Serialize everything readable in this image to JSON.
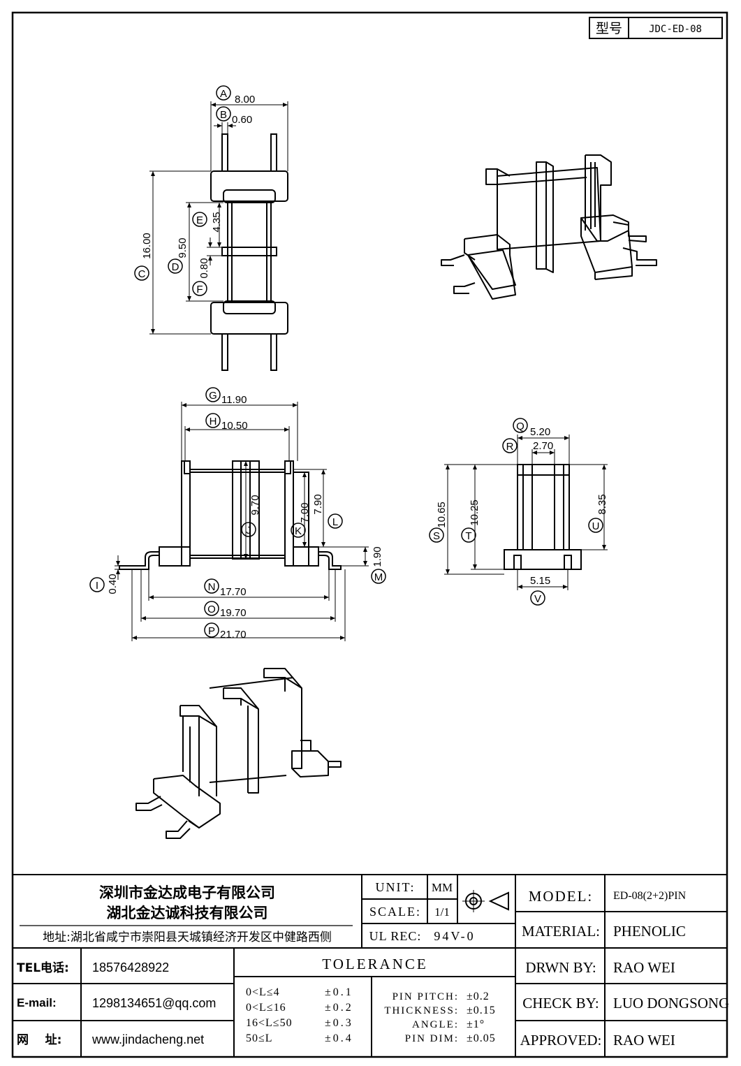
{
  "model_box": {
    "label": "型号",
    "value": "JDC-ED-08"
  },
  "dimensions": {
    "A": "8.00",
    "B": "0.60",
    "C": "16.00",
    "D": "9.50",
    "E": "4.35",
    "F": "0.80",
    "G": "11.90",
    "H": "10.50",
    "I": "0.40",
    "J": "9.70",
    "K": "7.00",
    "L": "7.90",
    "M": "1.90",
    "N": "17.70",
    "O": "19.70",
    "P": "21.70",
    "Q": "5.20",
    "R": "2.70",
    "S": "10.65",
    "T": "10.25",
    "U": "8.35",
    "V": "5.15"
  },
  "title_block": {
    "company_1": "深圳市金达成电子有限公司",
    "company_2": "湖北金达诚科技有限公司",
    "address": "地址:湖北省咸宁市崇阳县天城镇经济开发区中健路西侧",
    "tel_label": "TEL电话:",
    "tel": "18576428922",
    "email_label": "E-mail:",
    "email": "1298134651@qq.com",
    "web_label": "网    址:",
    "web": "www.jindacheng.net",
    "unit_label": "UNIT:",
    "unit": "MM",
    "scale_label": "SCALE:",
    "scale": "1/1",
    "ul_label": "UL REC:",
    "ul": "94V-0",
    "model_label": "MODEL:",
    "model": "ED-08(2+2)PIN",
    "material_label": "MATERIAL:",
    "material": "PHENOLIC",
    "drawn_label": "DRWN BY:",
    "drawn": "RAO WEI",
    "check_label": "CHECK BY:",
    "check": "LUO DONGSONG",
    "approved_label": "APPROVED:",
    "approved": "RAO WEI",
    "tolerance_title": "TOLERANCE",
    "tolerance_rows": [
      {
        "range": "0<L≤4",
        "tol": "±0.1"
      },
      {
        "range": "0<L≤16",
        "tol": "±0.2"
      },
      {
        "range": "16<L≤50",
        "tol": "±0.3"
      },
      {
        "range": "50≤L",
        "tol": "±0.4"
      }
    ],
    "pin_rows": [
      {
        "label": "PIN PITCH:",
        "tol": "±0.2"
      },
      {
        "label": "THICKNESS:",
        "tol": "±0.15"
      },
      {
        "label": "ANGLE:",
        "tol": "±1°"
      },
      {
        "label": "PIN DIM:",
        "tol": "±0.05"
      }
    ]
  }
}
